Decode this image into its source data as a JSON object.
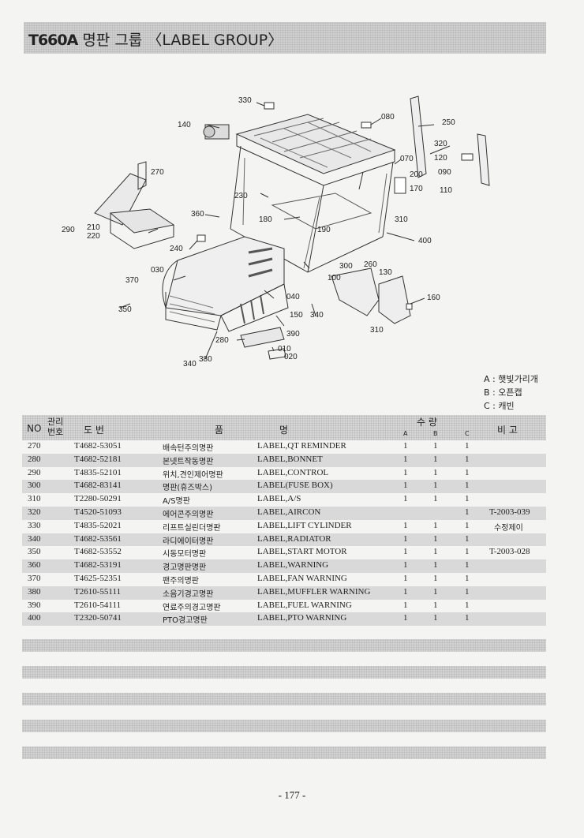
{
  "header": {
    "model": "T660A",
    "title": "명판 그룹 〈LABEL GROUP〉"
  },
  "callouts": [
    "330",
    "140",
    "080",
    "250",
    "320",
    "120",
    "270",
    "070",
    "200",
    "090",
    "170",
    "110",
    "230",
    "290",
    "210",
    "220",
    "360",
    "180",
    "190",
    "310",
    "400",
    "240",
    "030",
    "300",
    "260",
    "130",
    "370",
    "100",
    "040",
    "350",
    "150",
    "340",
    "160",
    "310",
    "390",
    "280",
    "010",
    "020",
    "340",
    "380"
  ],
  "legend": [
    "A : 햇빛가리개",
    "B : 오픈캡",
    "C : 캐빈"
  ],
  "table": {
    "headers": {
      "no": "NO",
      "manage": "관리번호",
      "drawing": "도      번",
      "item": "품",
      "name": "명",
      "qty": "수      량",
      "a": "A",
      "b": "B",
      "c": "C",
      "remark": "비  고"
    },
    "rows": [
      {
        "no": "270",
        "part": "T4682-53051",
        "kr": "배속턴주의명판",
        "en": "LABEL,QT REMINDER",
        "a": "1",
        "b": "1",
        "c": "1",
        "remark": ""
      },
      {
        "no": "280",
        "part": "T4682-52181",
        "kr": "본넷트작동명판",
        "en": "LABEL,BONNET",
        "a": "1",
        "b": "1",
        "c": "1",
        "remark": ""
      },
      {
        "no": "290",
        "part": "T4835-52101",
        "kr": "위치,견인제어명판",
        "en": "LABEL,CONTROL",
        "a": "1",
        "b": "1",
        "c": "1",
        "remark": ""
      },
      {
        "no": "300",
        "part": "T4682-83141",
        "kr": "명판(휴즈박스)",
        "en": "LABEL(FUSE BOX)",
        "a": "1",
        "b": "1",
        "c": "1",
        "remark": ""
      },
      {
        "no": "310",
        "part": "T2280-50291",
        "kr": "A/S명판",
        "en": "LABEL,A/S",
        "a": "1",
        "b": "1",
        "c": "1",
        "remark": ""
      },
      {
        "no": "320",
        "part": "T4520-51093",
        "kr": "에어콘주의명판",
        "en": "LABEL,AIRCON",
        "a": "",
        "b": "",
        "c": "1",
        "remark": "T-2003-039"
      },
      {
        "no": "330",
        "part": "T4835-52021",
        "kr": "리프트실린더명판",
        "en": "LABEL,LIFT CYLINDER",
        "a": "1",
        "b": "1",
        "c": "1",
        "remark": "수정제이"
      },
      {
        "no": "340",
        "part": "T4682-53561",
        "kr": "라디에이터명판",
        "en": "LABEL,RADIATOR",
        "a": "1",
        "b": "1",
        "c": "1",
        "remark": ""
      },
      {
        "no": "350",
        "part": "T4682-53552",
        "kr": "시동모터명판",
        "en": "LABEL,START MOTOR",
        "a": "1",
        "b": "1",
        "c": "1",
        "remark": "T-2003-028"
      },
      {
        "no": "360",
        "part": "T4682-53191",
        "kr": "경고명판명판",
        "en": "LABEL,WARNING",
        "a": "1",
        "b": "1",
        "c": "1",
        "remark": ""
      },
      {
        "no": "370",
        "part": "T4625-52351",
        "kr": "팬주의명판",
        "en": "LABEL,FAN WARNING",
        "a": "1",
        "b": "1",
        "c": "1",
        "remark": ""
      },
      {
        "no": "380",
        "part": "T2610-55111",
        "kr": "소음기경고명판",
        "en": "LABEL,MUFFLER WARNING",
        "a": "1",
        "b": "1",
        "c": "1",
        "remark": ""
      },
      {
        "no": "390",
        "part": "T2610-54111",
        "kr": "연료주의경고명판",
        "en": "LABEL,FUEL WARNING",
        "a": "1",
        "b": "1",
        "c": "1",
        "remark": ""
      },
      {
        "no": "400",
        "part": "T2320-50741",
        "kr": "PTO경고명판",
        "en": "LABEL,PTO WARNING",
        "a": "1",
        "b": "1",
        "c": "1",
        "remark": ""
      }
    ]
  },
  "page_number": "- 177 -"
}
